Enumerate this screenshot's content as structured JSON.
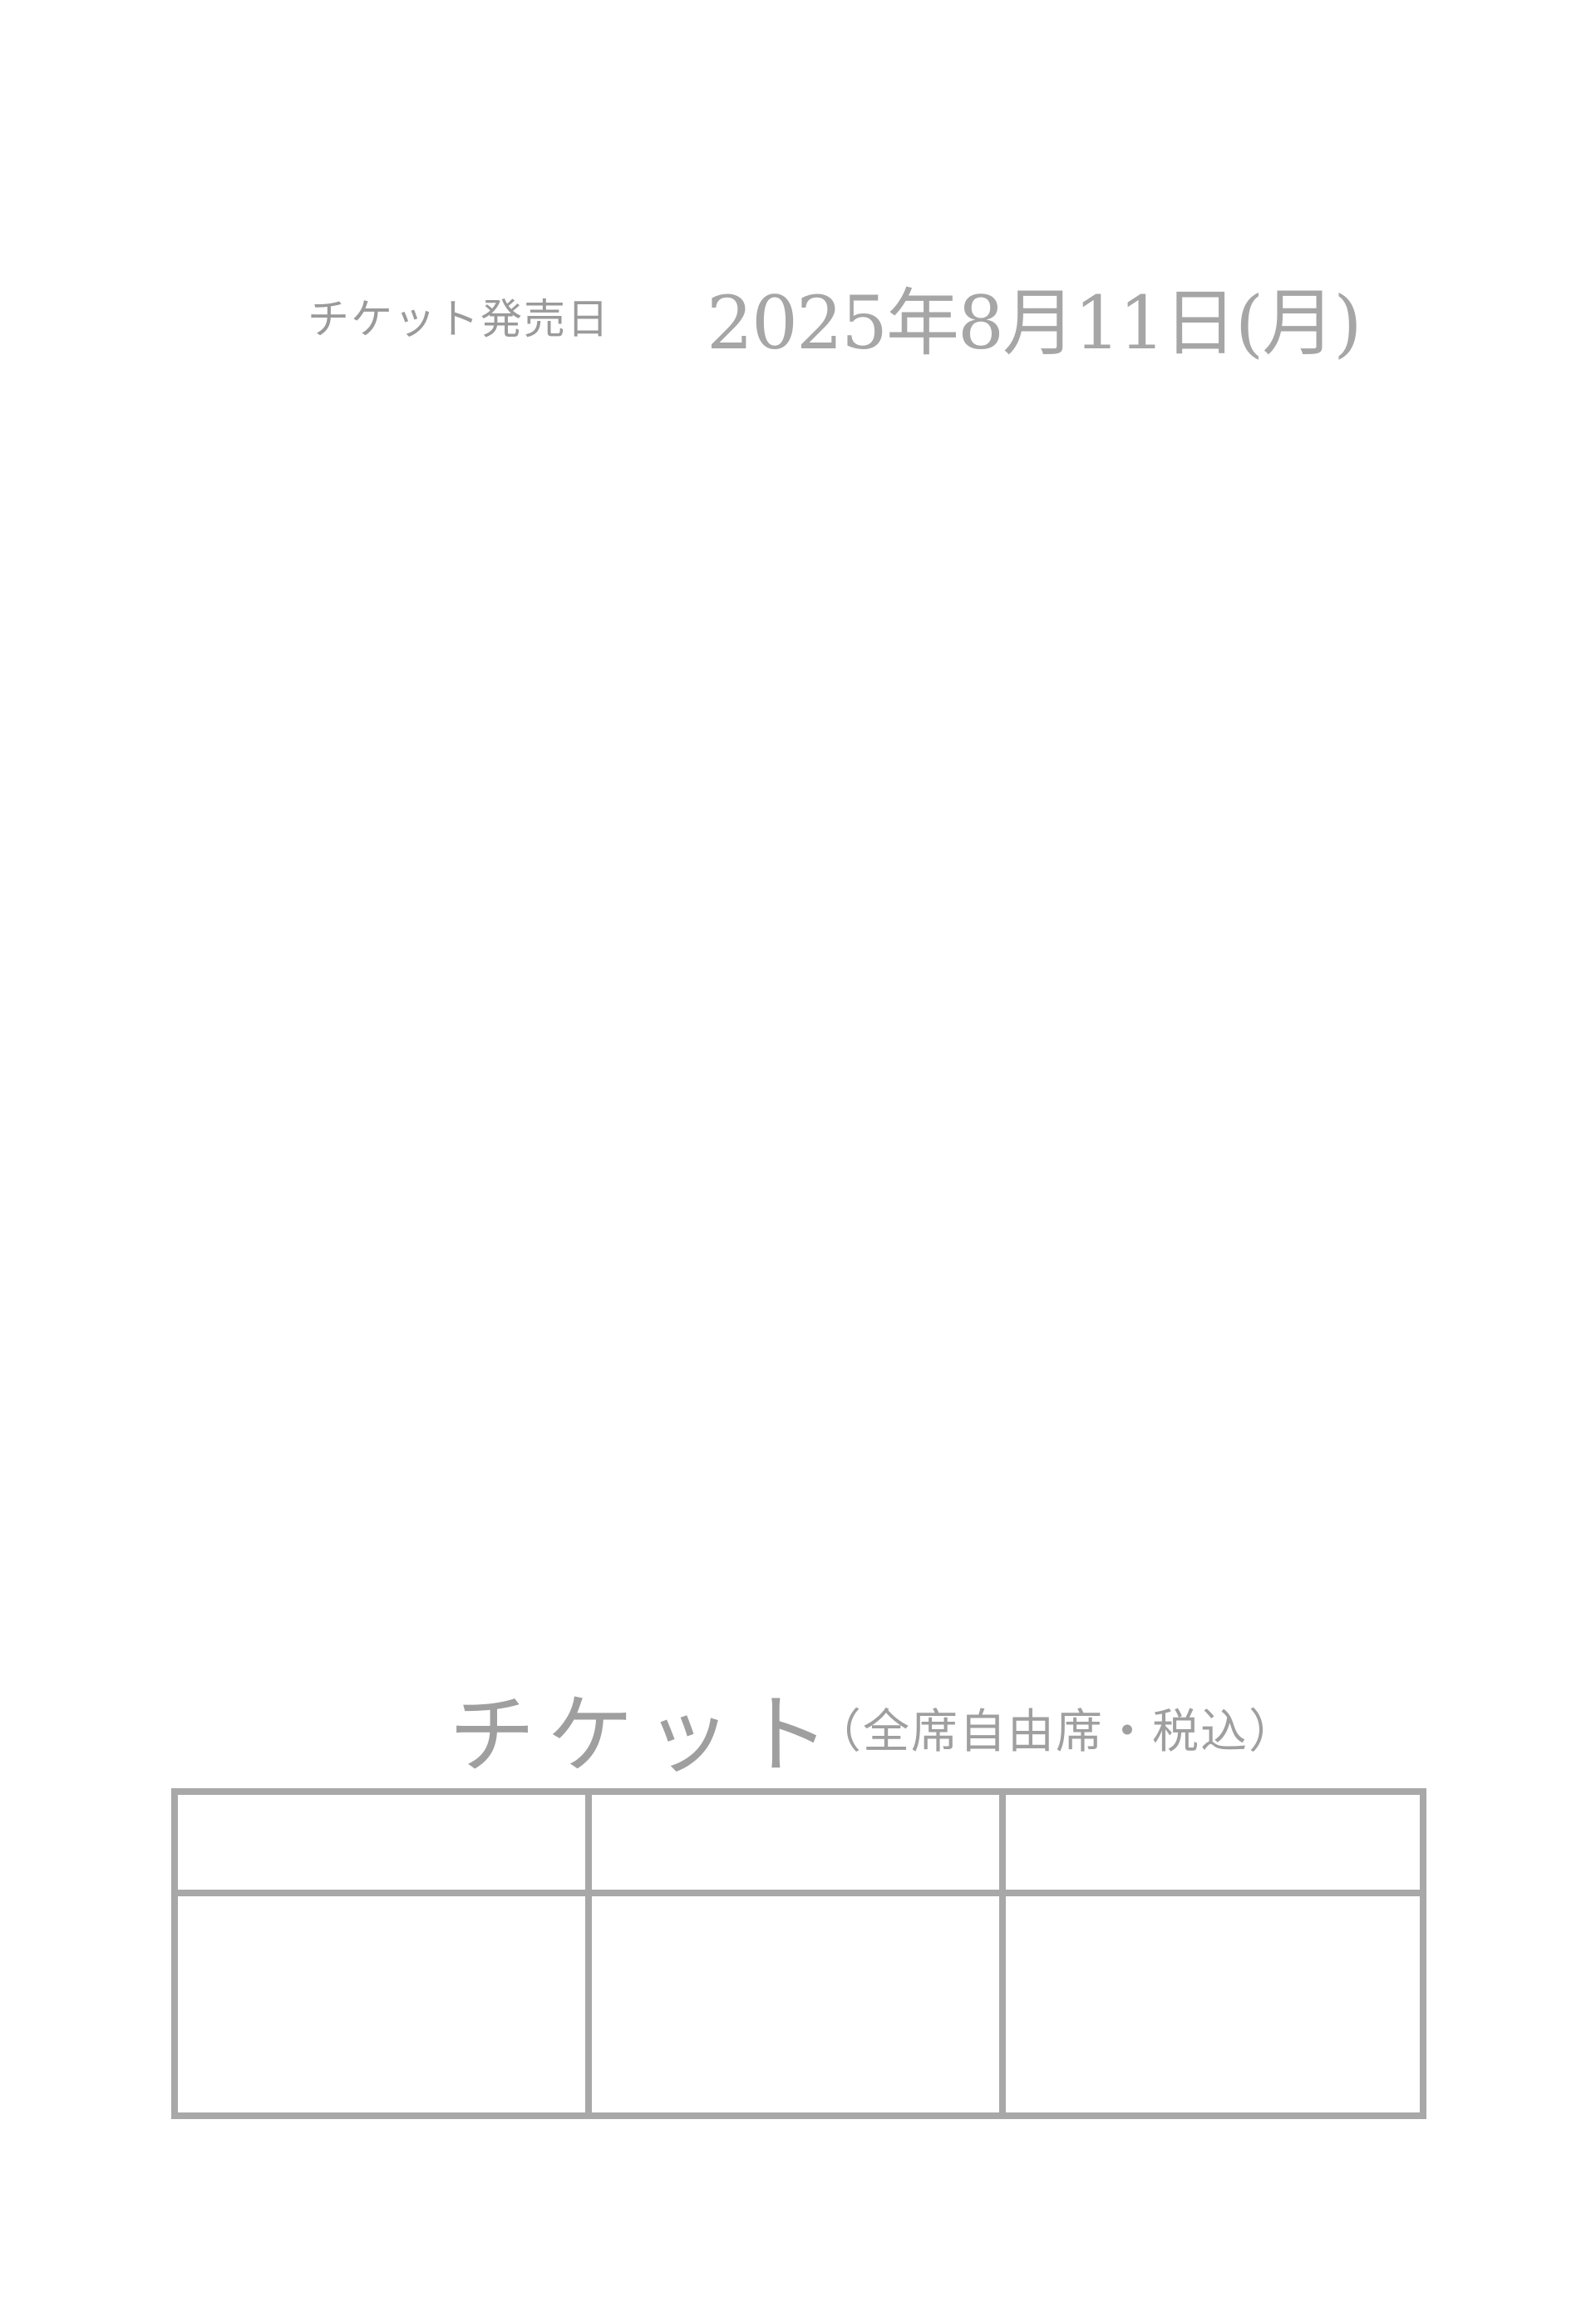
{
  "release": {
    "label": "チケット発売日",
    "date": "2025年8月11日(月)"
  },
  "tickets": {
    "title": "チケット",
    "note": "（全席自由席・税込）",
    "table": {
      "headers": [
        "",
        "",
        ""
      ],
      "rows": [
        [
          "",
          "",
          ""
        ]
      ]
    }
  }
}
